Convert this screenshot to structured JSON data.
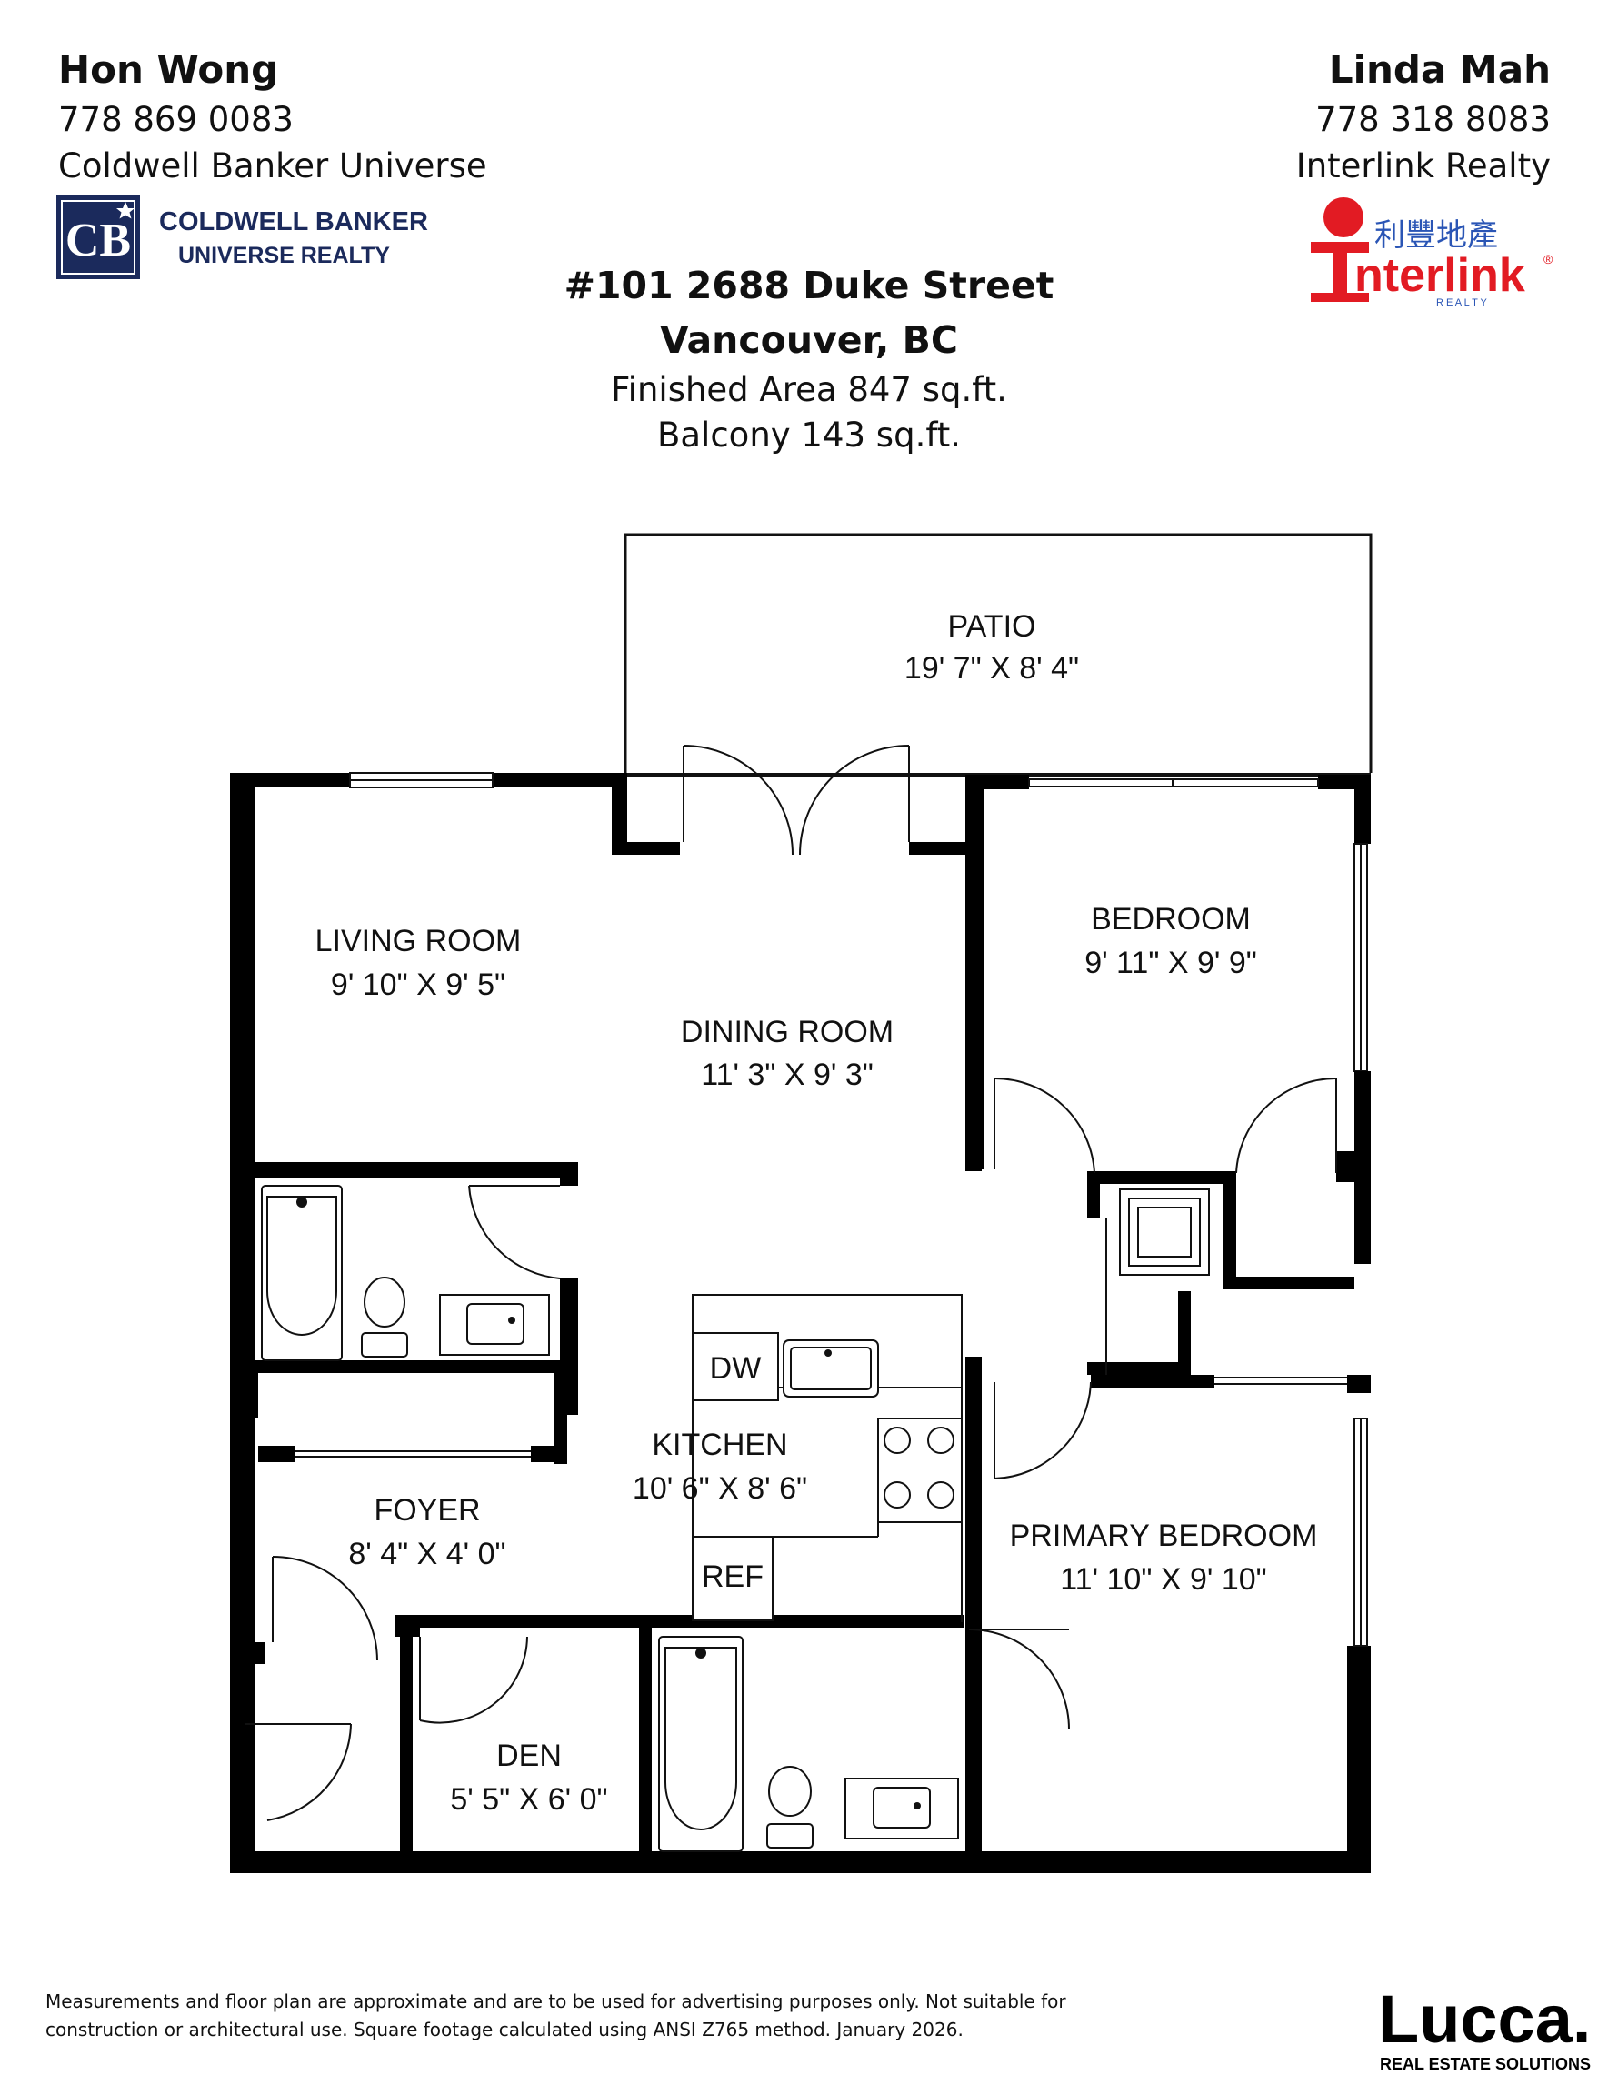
{
  "agents": {
    "left": {
      "name": "Hon Wong",
      "phone": "778 869 0083",
      "company": "Coldwell Banker Universe"
    },
    "right": {
      "name": "Linda Mah",
      "phone": "778 318 8083",
      "company": "Interlink Realty"
    }
  },
  "logos": {
    "coldwell": {
      "mark": "CB",
      "line1": "COLDWELL BANKER",
      "line2": "UNIVERSE REALTY",
      "color": "#1b2a5c"
    },
    "interlink": {
      "chinese": "利豐地產",
      "brand": "nterlink",
      "registered": "®",
      "sub": "R E A L T Y",
      "red": "#e21b23",
      "blue": "#2a55b5"
    },
    "lucca": {
      "brand": "Lucca.",
      "tagline": "REAL ESTATE SOLUTIONS"
    }
  },
  "listing": {
    "address": "#101 2688 Duke Street",
    "city": "Vancouver, BC",
    "finished_area": "Finished Area  847 sq.ft.",
    "balcony": "Balcony  143 sq.ft."
  },
  "rooms": {
    "patio": {
      "name": "PATIO",
      "dims": "19' 7\" X 8' 4\""
    },
    "living": {
      "name": "LIVING ROOM",
      "dims": "9' 10\" X 9' 5\""
    },
    "dining": {
      "name": "DINING ROOM",
      "dims": "11' 3\" X 9' 3\""
    },
    "bedroom": {
      "name": "BEDROOM",
      "dims": "9' 11\" X 9' 9\""
    },
    "kitchen": {
      "name": "KITCHEN",
      "dims": "10' 6\" X 8' 6\""
    },
    "foyer": {
      "name": "FOYER",
      "dims": "8' 4\" X 4' 0\""
    },
    "primary": {
      "name": "PRIMARY BEDROOM",
      "dims": "11' 10\" X 9' 10\""
    },
    "den": {
      "name": "DEN",
      "dims": "5' 5\" X 6' 0\""
    }
  },
  "fixtures": {
    "dishwasher": "DW",
    "fridge": "REF"
  },
  "footer": {
    "disclaimer_line1": "Measurements and floor plan are approximate and are to be used for advertising purposes only. Not suitable for",
    "disclaimer_line2": "construction or architectural use. Square footage calculated using ANSI Z765 method. January 2026."
  }
}
